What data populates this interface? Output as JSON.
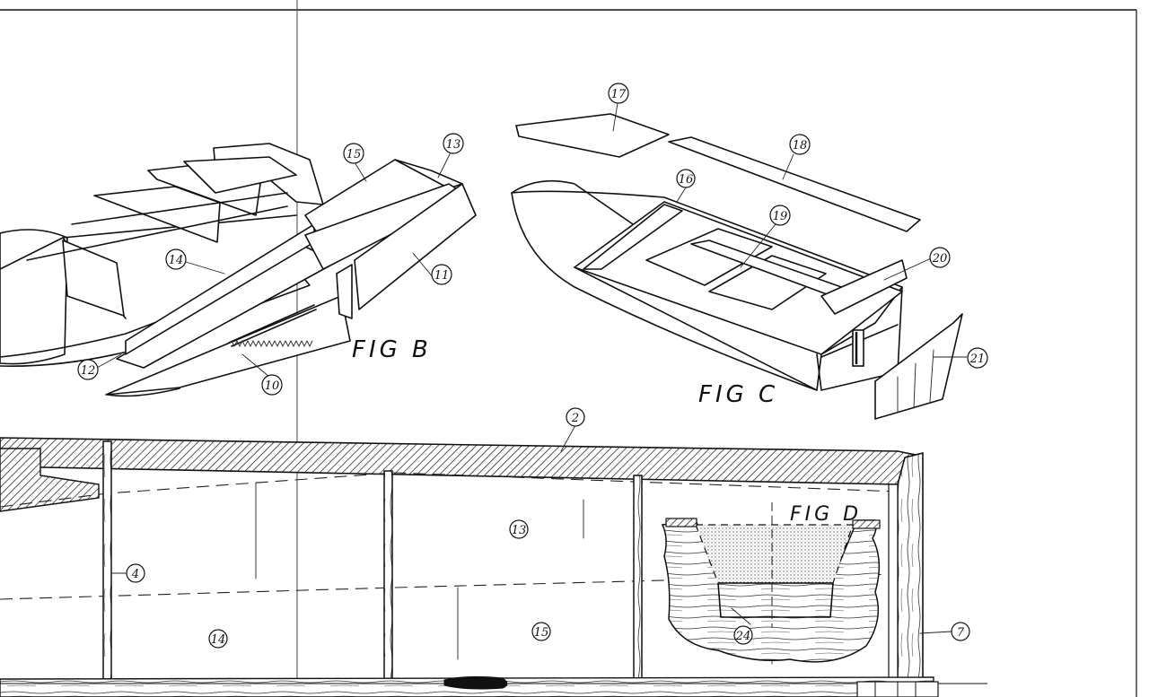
{
  "figures": {
    "fig_b": "FIG B",
    "fig_c": "FIG C",
    "fig_d": "FIG D"
  },
  "callouts": {
    "c2": "2",
    "c4": "4",
    "c7": "7",
    "c10": "10",
    "c11": "11",
    "c12": "12",
    "c13": "13",
    "c13b": "13",
    "c14": "14",
    "c14b": "14",
    "c15": "15",
    "c15b": "15",
    "c16": "16",
    "c17": "17",
    "c18": "18",
    "c19": "19",
    "c20": "20",
    "c21": "21",
    "c24": "24"
  },
  "colors": {
    "ink": "#111111",
    "paper": "#ffffff",
    "stipple": "#bbbbbb"
  }
}
